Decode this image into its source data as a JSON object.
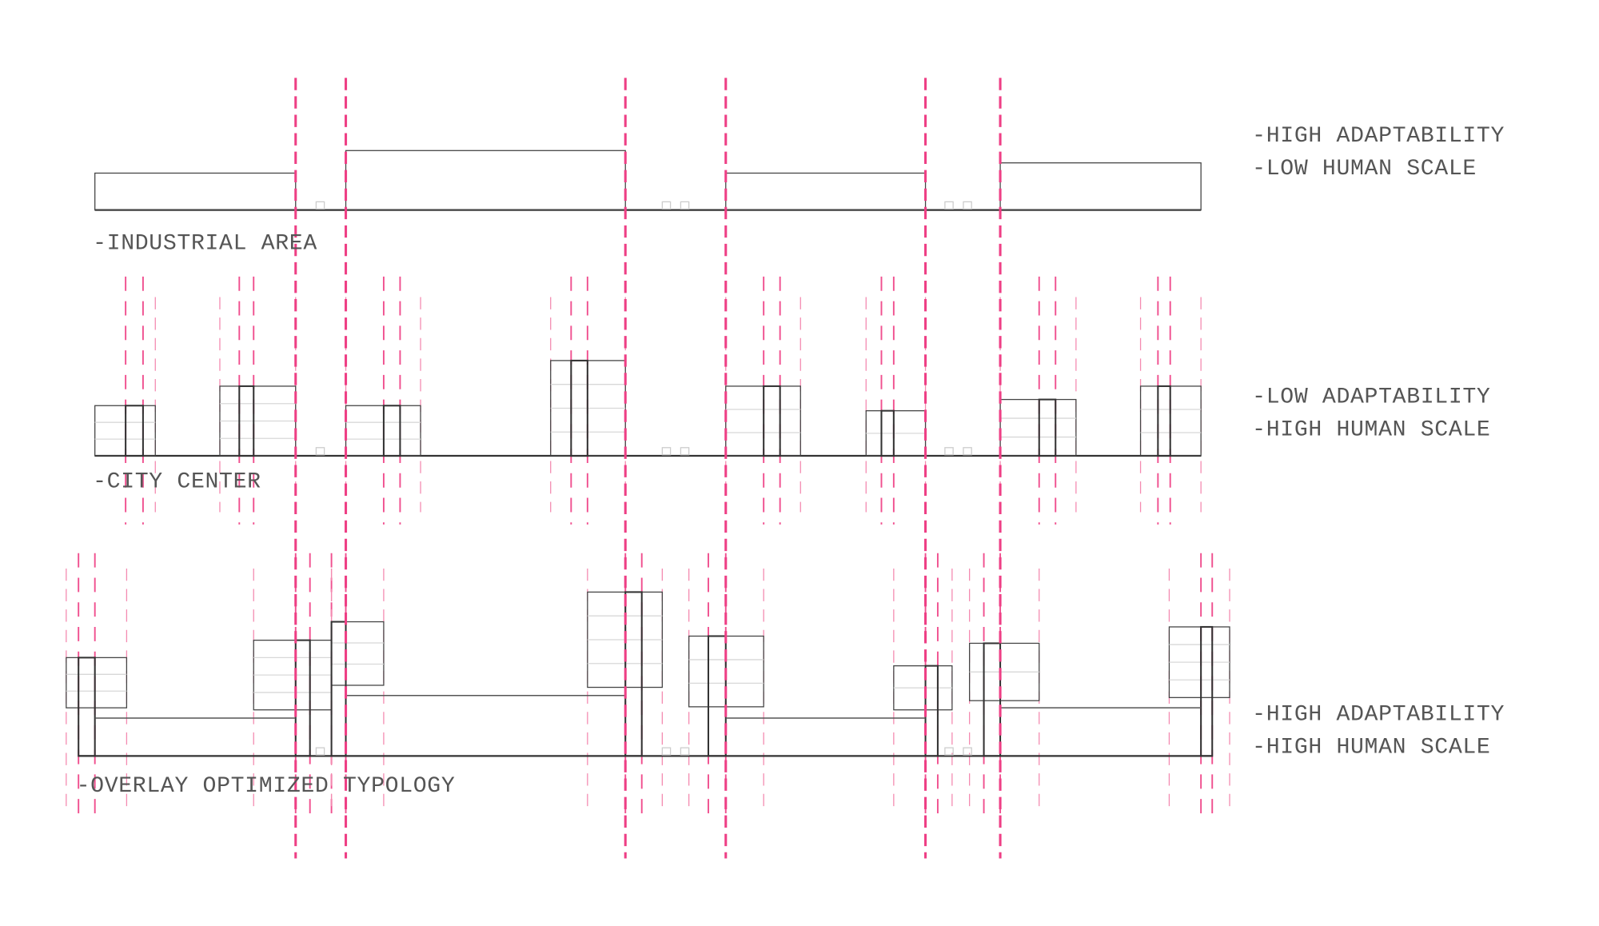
{
  "rows": [
    {
      "name": "-INDUSTRIAL AREA",
      "traits": [
        "-HIGH ADAPTABILITY",
        "-LOW HUMAN SCALE"
      ]
    },
    {
      "name": "-CITY CENTER",
      "traits": [
        "-LOW ADAPTABILITY",
        "-HIGH HUMAN SCALE"
      ]
    },
    {
      "name": "-OVERLAY OPTIMIZED TYPOLOGY",
      "traits": [
        "-HIGH ADAPTABILITY",
        "-HIGH HUMAN SCALE"
      ]
    }
  ],
  "colors": {
    "axis_lines": "#ee3f85",
    "building_lines": "#444444",
    "text": "#555555"
  }
}
